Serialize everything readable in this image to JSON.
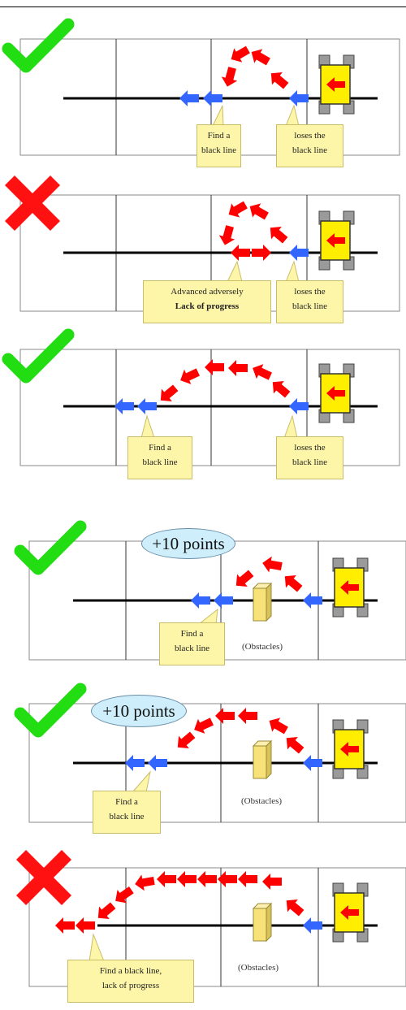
{
  "colors": {
    "check": "#22dd11",
    "cross": "#ff1111",
    "blue_arrow": "#3366ff",
    "red_arrow": "#ff0000",
    "callout_fill": "#fdf6a8",
    "bubble_fill": "#cdeefa",
    "robot_body": "#ffee00",
    "obstacle": "#f7e27a"
  },
  "panels": [
    {
      "id": "p1",
      "result": "check",
      "callouts": [
        {
          "lines": [
            "Find a",
            "black line"
          ]
        },
        {
          "lines": [
            "loses the",
            "black line"
          ]
        }
      ]
    },
    {
      "id": "p2",
      "result": "cross",
      "callouts": [
        {
          "lines": [
            "Advanced adversely"
          ],
          "bold": [
            "Lack of progress"
          ]
        },
        {
          "lines": [
            "loses the",
            "black line"
          ]
        }
      ]
    },
    {
      "id": "p3",
      "result": "check",
      "callouts": [
        {
          "lines": [
            "Find a",
            "black line"
          ]
        },
        {
          "lines": [
            "loses the",
            "black line"
          ]
        }
      ]
    },
    {
      "id": "p4",
      "result": "check",
      "bonus": "+10 points",
      "obstacle_label": "(Obstacles)",
      "callouts": [
        {
          "lines": [
            "Find a",
            "black line"
          ]
        }
      ]
    },
    {
      "id": "p5",
      "result": "check",
      "bonus": "+10 points",
      "obstacle_label": "(Obstacles)",
      "callouts": [
        {
          "lines": [
            "Find a",
            "black line"
          ]
        }
      ]
    },
    {
      "id": "p6",
      "result": "cross",
      "obstacle_label": "(Obstacles)",
      "callouts": [
        {
          "lines": [
            "Find a black line,",
            "lack of progress"
          ]
        }
      ]
    }
  ]
}
